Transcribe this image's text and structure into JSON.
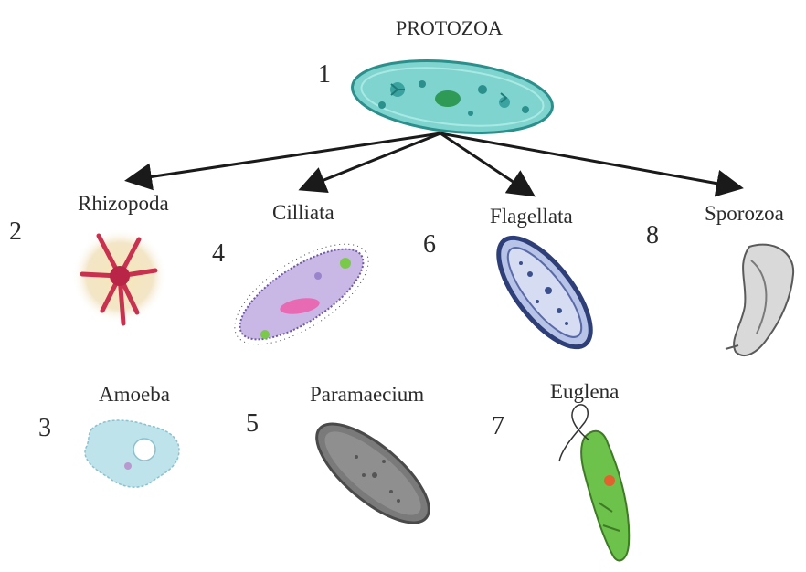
{
  "title": "PROTOZOA",
  "root": {
    "number": "1"
  },
  "classes": [
    {
      "number": "2",
      "name": "Rhizopoda"
    },
    {
      "number": "4",
      "name": "Cilliata"
    },
    {
      "number": "6",
      "name": "Flagellata"
    },
    {
      "number": "8",
      "name": "Sporozoa"
    }
  ],
  "examples": [
    {
      "number": "3",
      "name": "Amoeba"
    },
    {
      "number": "5",
      "name": "Paramaecium"
    },
    {
      "number": "7",
      "name": "Euglena"
    }
  ],
  "colors": {
    "root_body": "#7fd4cf",
    "rhizopoda": "#c8324f",
    "cilliata": "#c9b8e6",
    "flagellata": "#3a4f8c",
    "sporozoa": "#8a8a8a",
    "amoeba": "#bfe3ea",
    "paramaecium": "#6a6a6a",
    "euglena": "#6cc24a",
    "arrow": "#1a1a1a"
  }
}
